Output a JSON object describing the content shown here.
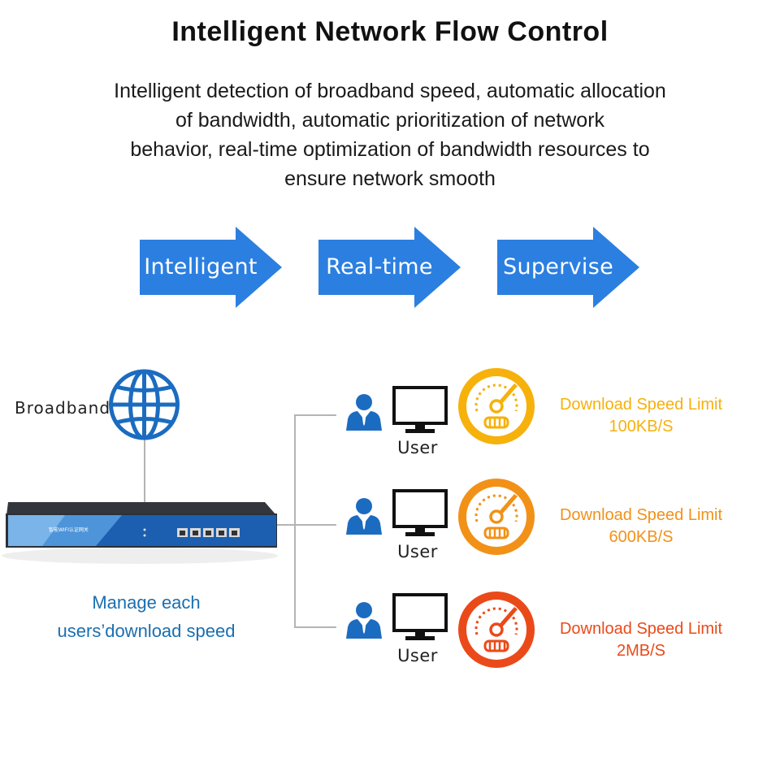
{
  "title": "Intelligent Network Flow Control",
  "description_lines": [
    "Intelligent detection of broadband speed, automatic allocation",
    "of bandwidth, automatic prioritization of network",
    "behavior, real-time optimization of bandwidth resources to",
    "ensure network smooth"
  ],
  "arrows": [
    {
      "label": "Intelligent",
      "color": "#2b7fe0"
    },
    {
      "label": "Real-time",
      "color": "#2b7fe0"
    },
    {
      "label": "Supervise",
      "color": "#2b7fe0"
    }
  ],
  "broadband_label": "Broadband",
  "globe_icon": "globe-icon",
  "globe_color": "#1b6cc0",
  "device": {
    "brand_text": "智能WIFI认证网关",
    "icon": "router-device-icon"
  },
  "manage_lines": [
    "Manage each",
    "users’download speed"
  ],
  "manage_color": "#1a6fb0",
  "users": [
    {
      "label": "User",
      "limit_title": "Download Speed Limit",
      "limit_value": "100KB/S",
      "color": "#f6b10b"
    },
    {
      "label": "User",
      "limit_title": "Download Speed Limit",
      "limit_value": "600KB/S",
      "color": "#f29118"
    },
    {
      "label": "User",
      "limit_title": "Download Speed Limit",
      "limit_value": "2MB/S",
      "color": "#ea4a19"
    }
  ],
  "user_icon_color": "#1b6cc0",
  "icons": [
    "person-icon",
    "monitor-icon",
    "speedometer-icon"
  ]
}
